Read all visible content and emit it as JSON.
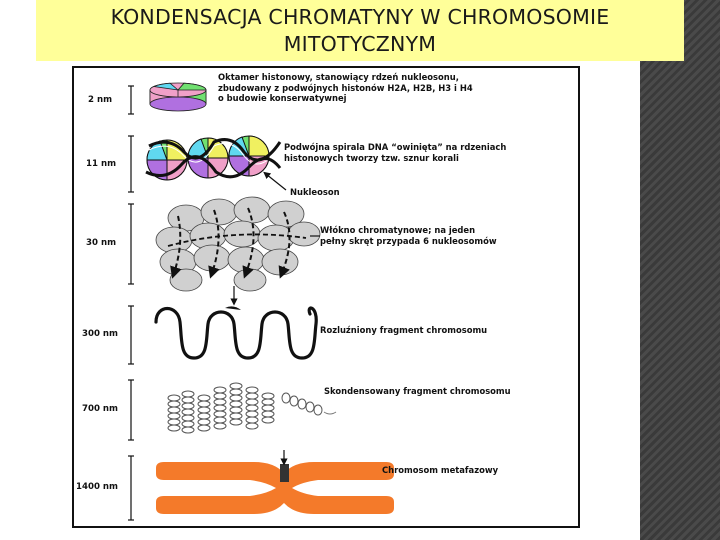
{
  "title": {
    "line1": "KONDENSACJA CHROMATYNY W CHROMOSOMIE",
    "line2": "MITOTYCZNYM"
  },
  "levels": [
    {
      "scale": "2 nm",
      "lines": [
        "Oktamer histonowy, stanowiący rdzeń nukleosonu,",
        "zbudowany z podwójnych histonów H2A, H2B, H3 i H4",
        "o budowie konserwatywnej"
      ]
    },
    {
      "scale": "11 nm",
      "lines": [
        "Podwójna spirala DNA “owinięta” na rdzeniach",
        "histonowych tworzy tzw. sznur korali"
      ]
    },
    {
      "scale": "30 nm",
      "lines": [
        "Włókno chromatynowe; na jeden",
        "pełny skręt przypada 6 nukleosomów"
      ]
    },
    {
      "scale": "300 nm",
      "lines": [
        "Rozluźniony fragment chromosomu"
      ]
    },
    {
      "scale": "700 nm",
      "lines": [
        "Skondensowany fragment chromosomu"
      ]
    },
    {
      "scale": "1400 nm",
      "lines": [
        "Chromosom metafazowy"
      ]
    }
  ],
  "nucleosome_label": "Nukleoson",
  "colors": {
    "title_bg": "#ffff99",
    "chromosome": "#f47a2a",
    "histone_pink": "#f0a0c8",
    "histone_green": "#70e070",
    "histone_purple": "#b070e0",
    "histone_yellow": "#f0f060",
    "histone_cyan": "#60d8f0"
  },
  "icons": [
    "histone-octamer-icon",
    "nucleosome-chain-icon",
    "chromatin-fiber-icon",
    "loop-fiber-icon",
    "condensed-fiber-icon",
    "metaphase-chromosome-icon"
  ]
}
